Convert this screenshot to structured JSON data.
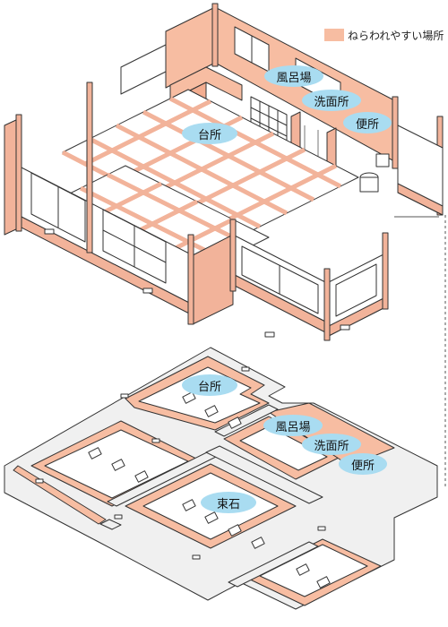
{
  "colors": {
    "risk": "#f7bda2",
    "frame": "#f2b39a",
    "stroke": "#333333",
    "bubble": "#a9dcf1",
    "leader": "#555555"
  },
  "legend": {
    "label": "ねらわれやすい場所"
  },
  "upper": {
    "labels": {
      "kitchen": "台所",
      "bath": "風呂場",
      "washroom": "洗面所",
      "toilet": "便所"
    }
  },
  "lower": {
    "labels": {
      "kitchen": "台所",
      "bath": "風呂場",
      "washroom": "洗面所",
      "toilet": "便所",
      "footing_stone": "束石"
    }
  }
}
